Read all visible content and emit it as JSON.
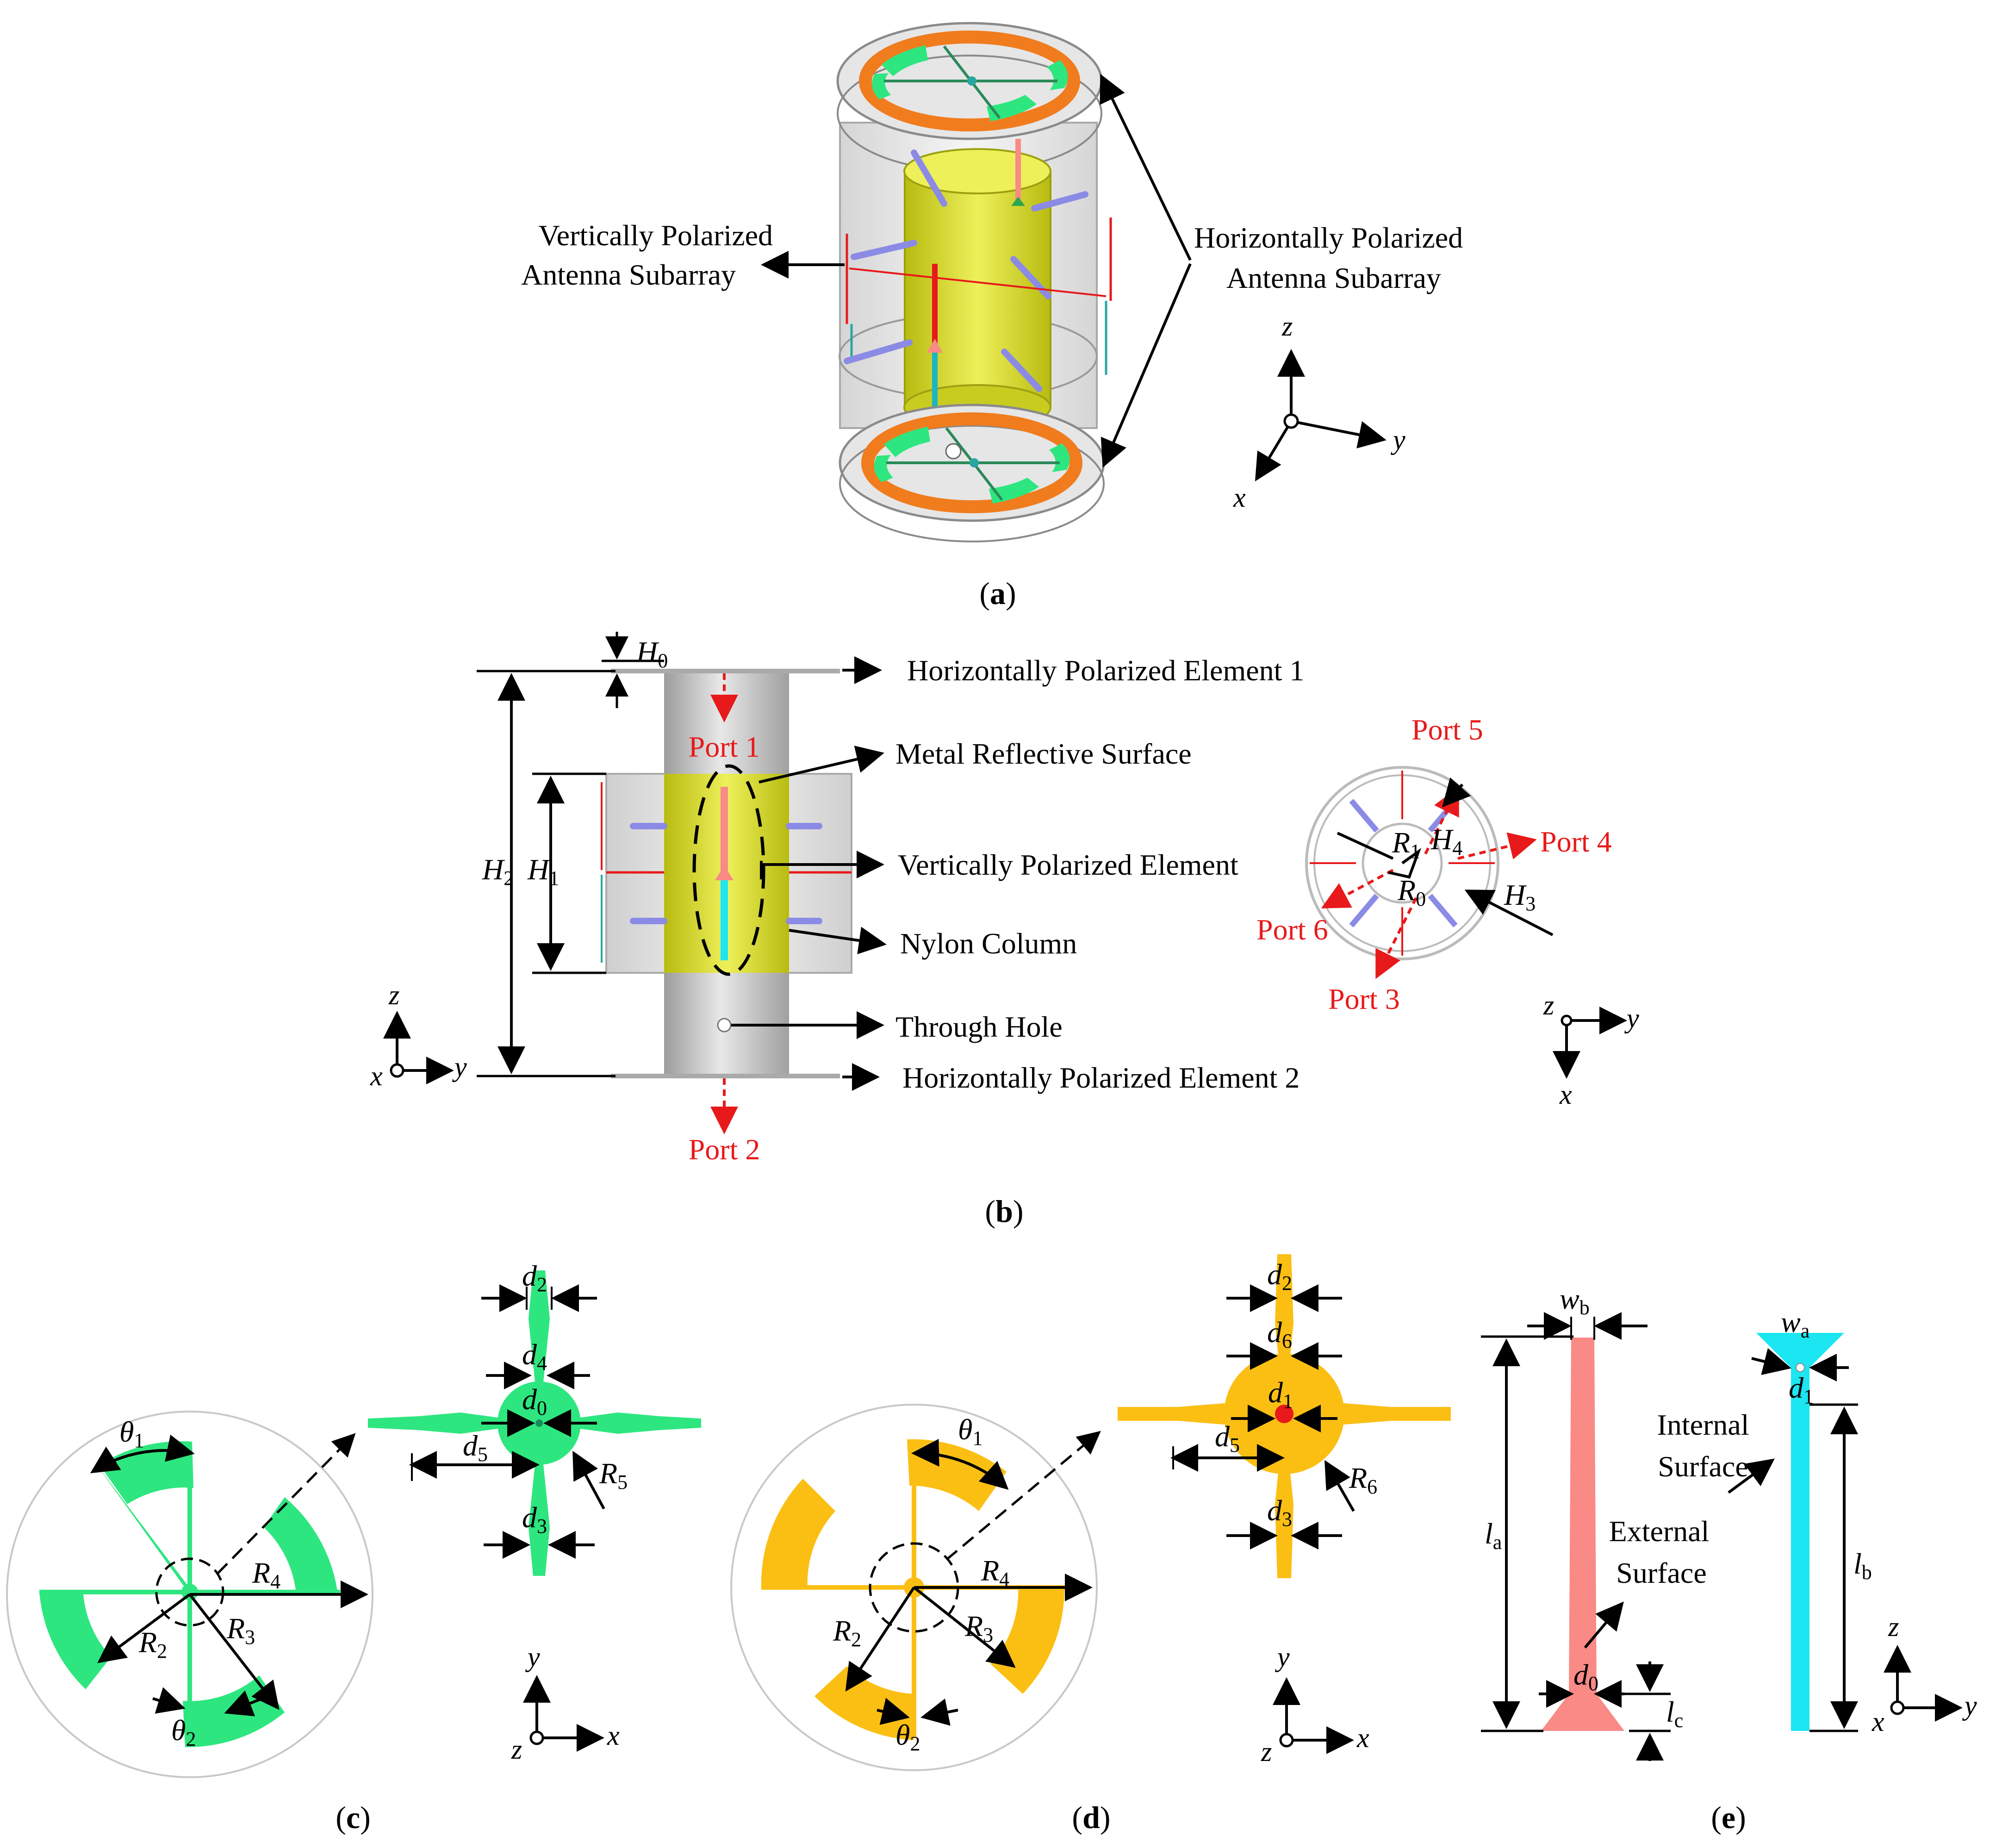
{
  "panel_a": {
    "caption_open": "(",
    "caption_letter": "a",
    "caption_close": ")",
    "left_label_line1": "Vertically Polarized",
    "left_label_line2": "Antenna Subarray",
    "right_label_line1": "Horizontally Polarized",
    "right_label_line2": "Antenna Subarray",
    "axis": {
      "z": "z",
      "y": "y",
      "x": "x"
    }
  },
  "panel_b": {
    "caption_open": "(",
    "caption_letter": "b",
    "caption_close": ")",
    "labels": {
      "h_elem_1": "Horizontally Polarized Element 1",
      "metal_surface": "Metal Reflective Surface",
      "v_elem": "Vertically Polarized Element",
      "nylon": "Nylon Column",
      "through_hole": "Through Hole",
      "h_elem_2": "Horizontally Polarized Element 2"
    },
    "ports": {
      "p1": "Port 1",
      "p2": "Port 2",
      "p3": "Port 3",
      "p4": "Port 4",
      "p5": "Port 5",
      "p6": "Port 6"
    },
    "dims": {
      "H0": {
        "sym": "H",
        "sub": "0"
      },
      "H1": {
        "sym": "H",
        "sub": "1"
      },
      "H2": {
        "sym": "H",
        "sub": "2"
      },
      "H3": {
        "sym": "H",
        "sub": "3"
      },
      "H4": {
        "sym": "H",
        "sub": "4"
      },
      "R0": {
        "sym": "R",
        "sub": "0"
      },
      "R1": {
        "sym": "R",
        "sub": "1"
      }
    },
    "axis_side": {
      "z": "z",
      "x": "x",
      "y": "y"
    },
    "axis_top": {
      "z": "z",
      "y": "y",
      "x": "x"
    }
  },
  "panel_c": {
    "caption_open": "(",
    "caption_letter": "c",
    "caption_close": ")",
    "dims": {
      "theta1": {
        "sym": "θ",
        "sub": "1"
      },
      "theta2": {
        "sym": "θ",
        "sub": "2"
      },
      "R2": {
        "sym": "R",
        "sub": "2"
      },
      "R3": {
        "sym": "R",
        "sub": "3"
      },
      "R4": {
        "sym": "R",
        "sub": "4"
      },
      "R5": {
        "sym": "R",
        "sub": "5"
      },
      "d0": {
        "sym": "d",
        "sub": "0"
      },
      "d2": {
        "sym": "d",
        "sub": "2"
      },
      "d3": {
        "sym": "d",
        "sub": "3"
      },
      "d4": {
        "sym": "d",
        "sub": "4"
      },
      "d5": {
        "sym": "d",
        "sub": "5"
      }
    },
    "axis": {
      "y": "y",
      "z": "z",
      "x": "x"
    }
  },
  "panel_d": {
    "caption_open": "(",
    "caption_letter": "d",
    "caption_close": ")",
    "dims": {
      "theta1": {
        "sym": "θ",
        "sub": "1"
      },
      "theta2": {
        "sym": "θ",
        "sub": "2"
      },
      "R2": {
        "sym": "R",
        "sub": "2"
      },
      "R3": {
        "sym": "R",
        "sub": "3"
      },
      "R4": {
        "sym": "R",
        "sub": "4"
      },
      "R6": {
        "sym": "R",
        "sub": "6"
      },
      "d1": {
        "sym": "d",
        "sub": "1"
      },
      "d2": {
        "sym": "d",
        "sub": "2"
      },
      "d3": {
        "sym": "d",
        "sub": "3"
      },
      "d5": {
        "sym": "d",
        "sub": "5"
      },
      "d6": {
        "sym": "d",
        "sub": "6"
      }
    },
    "axis": {
      "y": "y",
      "z": "z",
      "x": "x"
    }
  },
  "panel_e": {
    "caption_open": "(",
    "caption_letter": "e",
    "caption_close": ")",
    "external_line1": "External",
    "external_line2": "Surface",
    "internal_line1": "Internal",
    "internal_line2": "Surface",
    "dims": {
      "wb": {
        "sym": "w",
        "sub": "b"
      },
      "wa": {
        "sym": "w",
        "sub": "a"
      },
      "la": {
        "sym": "l",
        "sub": "a"
      },
      "lb": {
        "sym": "l",
        "sub": "b"
      },
      "lc": {
        "sym": "l",
        "sub": "c"
      },
      "d0": {
        "sym": "d",
        "sub": "0"
      },
      "d1": {
        "sym": "d",
        "sub": "1"
      }
    },
    "axis": {
      "z": "z",
      "x": "x",
      "y": "y"
    }
  },
  "colors": {
    "green": "#2ee67f",
    "orange": "#f07c1e",
    "gold": "#fbbf14",
    "yellow": "#d8df1f",
    "red": "#e8191a",
    "salmon": "#f98a86",
    "cyan": "#1be6f2",
    "blue_rod": "#8b8be6",
    "teal": "#2aa6a0",
    "gray": "#b8b8b8"
  }
}
